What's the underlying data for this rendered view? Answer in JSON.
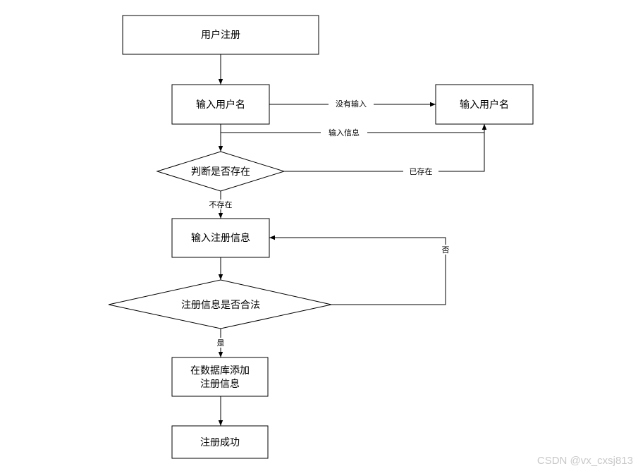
{
  "nodes": {
    "start": "用户注册",
    "input_username": "输入用户名",
    "input_username_right": "输入用户名",
    "check_exists": "判断是否存在",
    "input_reg_info": "输入注册信息",
    "check_valid": "注册信息是否合法",
    "db_add_line1": "在数据库添加",
    "db_add_line2": "注册信息",
    "success": "注册成功"
  },
  "edges": {
    "no_input": "没有输入",
    "input_info": "输入信息",
    "already_exists": "已存在",
    "not_exists": "不存在",
    "no": "否",
    "yes": "是"
  },
  "watermark": "CSDN @vx_cxsj813"
}
